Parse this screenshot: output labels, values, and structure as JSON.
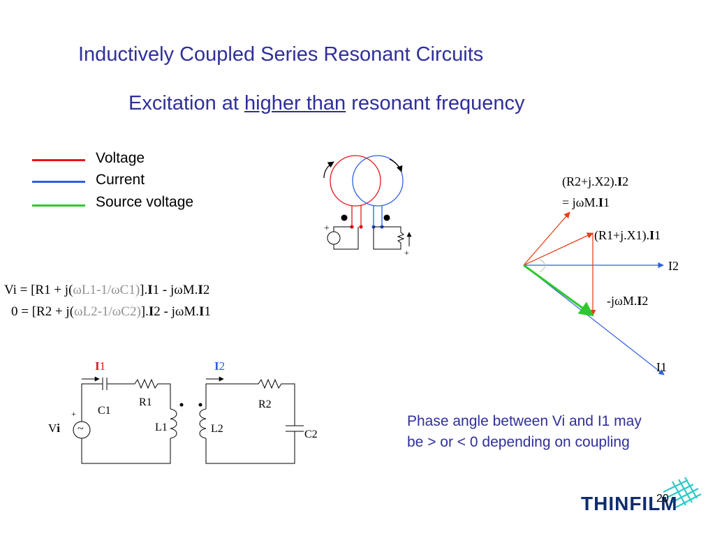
{
  "slide": {
    "title": "Inductively Coupled Series Resonant Circuits",
    "subtitle_prefix": "Excitation at ",
    "subtitle_emphasis": "higher than",
    "subtitle_suffix": " resonant frequency",
    "page_number": "20"
  },
  "legend": [
    {
      "label": "Voltage",
      "color": "#e8141c"
    },
    {
      "label": "Current",
      "color": "#2e5fe0"
    },
    {
      "label": "Source voltage",
      "color": "#2ec82e"
    }
  ],
  "equations": {
    "eq1": {
      "a": "Vi = [R1 + j(",
      "b": "ωL1",
      "c": "-1/ωC1)",
      "d": "].",
      "e": "I",
      "f": "1 - jωM.",
      "g": "I",
      "h": "2"
    },
    "eq2": {
      "a": "0 = [R2 + j(",
      "b": "ωL2",
      "c": "-1/ωC2)",
      "d": "].",
      "e": "I",
      "f": "2 - jωM.",
      "g": "I",
      "h": "1"
    }
  },
  "phasor": {
    "label_r2_1": "(R2+j.X2).",
    "label_r2_bold": "I",
    "label_r2_2": "2",
    "label_r2_line2_a": "= jωM.",
    "label_r2_line2_b": "I",
    "label_r2_line2_c": "1",
    "label_r1_1": "(R1+j.X1).",
    "label_r1_bold": "I",
    "label_r1_2": "1",
    "label_i2": "I2",
    "label_m_1": "-jωM.",
    "label_m_bold": "I",
    "label_m_2": "2",
    "label_i1": "I1"
  },
  "circuit": {
    "i1_bold": "I",
    "i1_num": "1",
    "i2_bold": "I",
    "i2_num": "2",
    "c1": "C1",
    "r1": "R1",
    "l1": "L1",
    "r2": "R2",
    "l2": "L2",
    "c2": "C2",
    "vi_a": "V",
    "vi_b": "i",
    "plus": "+",
    "source_glyph": "~"
  },
  "coil_plus": "+",
  "phase_note": "Phase angle between Vi and I1 may be > or < 0 depending on coupling",
  "brand": "THINFILM",
  "colors": {
    "title": "#2f2f9a",
    "red": "#e8141c",
    "blue": "#2e5fe0",
    "green": "#2ec82e",
    "orange": "#e8401a"
  }
}
